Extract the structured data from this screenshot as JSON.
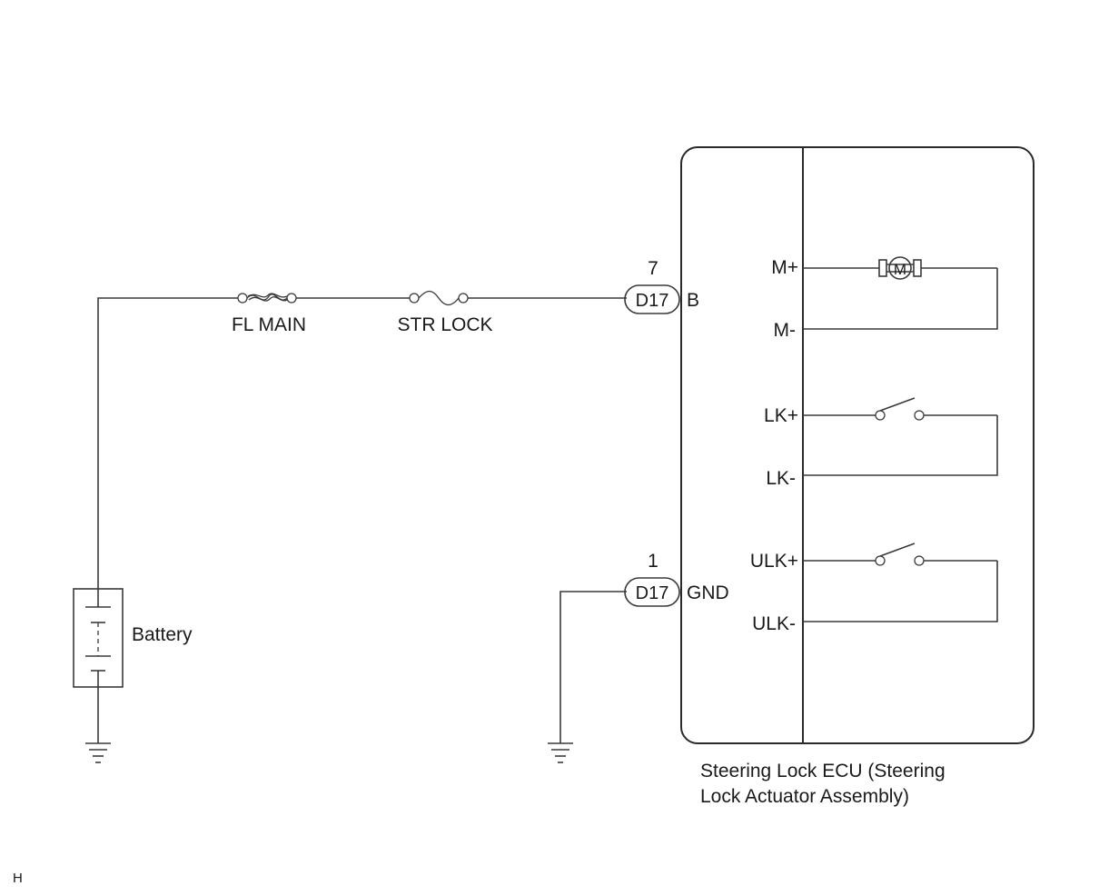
{
  "fuses": {
    "fl_main": "FL MAIN",
    "str_lock": "STR LOCK"
  },
  "battery": {
    "label": "Battery"
  },
  "connectors": {
    "b_pin_number": "7",
    "b_connector": "D17",
    "b_terminal": "B",
    "gnd_pin_number": "1",
    "gnd_connector": "D17",
    "gnd_terminal": "GND"
  },
  "ecu": {
    "terminals": {
      "m_plus": "M+",
      "m_minus": "M-",
      "lk_plus": "LK+",
      "lk_minus": "LK-",
      "ulk_plus": "ULK+",
      "ulk_minus": "ULK-"
    },
    "motor_symbol": "M",
    "caption_line1": "Steering Lock ECU (Steering",
    "caption_line2": "Lock Actuator Assembly)"
  },
  "corner_mark": "H"
}
